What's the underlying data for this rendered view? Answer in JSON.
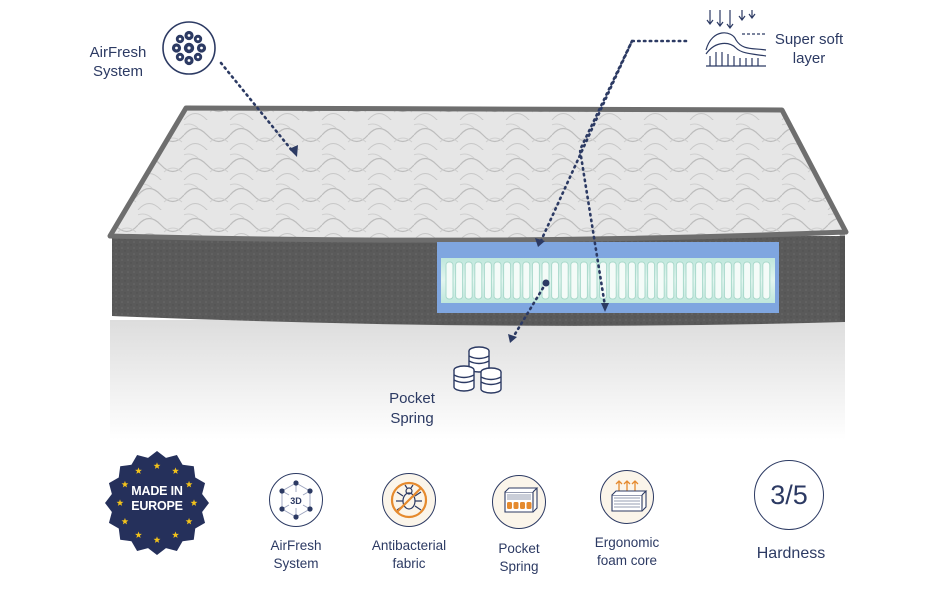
{
  "callouts": {
    "airfresh_line1": "AirFresh",
    "airfresh_line2": "System",
    "super_soft_line1": "Super soft",
    "super_soft_line2": "layer",
    "pocket_spring_line1": "Pocket",
    "pocket_spring_line2": "Spring"
  },
  "badge": {
    "line1": "MADE IN",
    "line2": "EUROPE",
    "color": "#25305b",
    "star_color": "#f2c21b"
  },
  "features": [
    {
      "icon": "airfresh-3d-icon",
      "line1": "AirFresh",
      "line2": "System"
    },
    {
      "icon": "antibacterial-icon",
      "line1": "Antibacterial",
      "line2": "fabric"
    },
    {
      "icon": "pocket-spring-icon",
      "line1": "Pocket",
      "line2": "Spring"
    },
    {
      "icon": "ergonomic-foam-icon",
      "line1": "Ergonomic",
      "line2": "foam core"
    }
  ],
  "hardness": {
    "value": "3/5",
    "label": "Hardness"
  },
  "colors": {
    "text": "#2c3a63",
    "mattress_top": "#e4e4e4",
    "mattress_side": "#5b5b5b",
    "foam_blue": "#7fa6e0",
    "foam_mint": "#c9ece3",
    "accent_orange": "#e58a2e"
  },
  "misc": {
    "icon_3d": "3D"
  }
}
